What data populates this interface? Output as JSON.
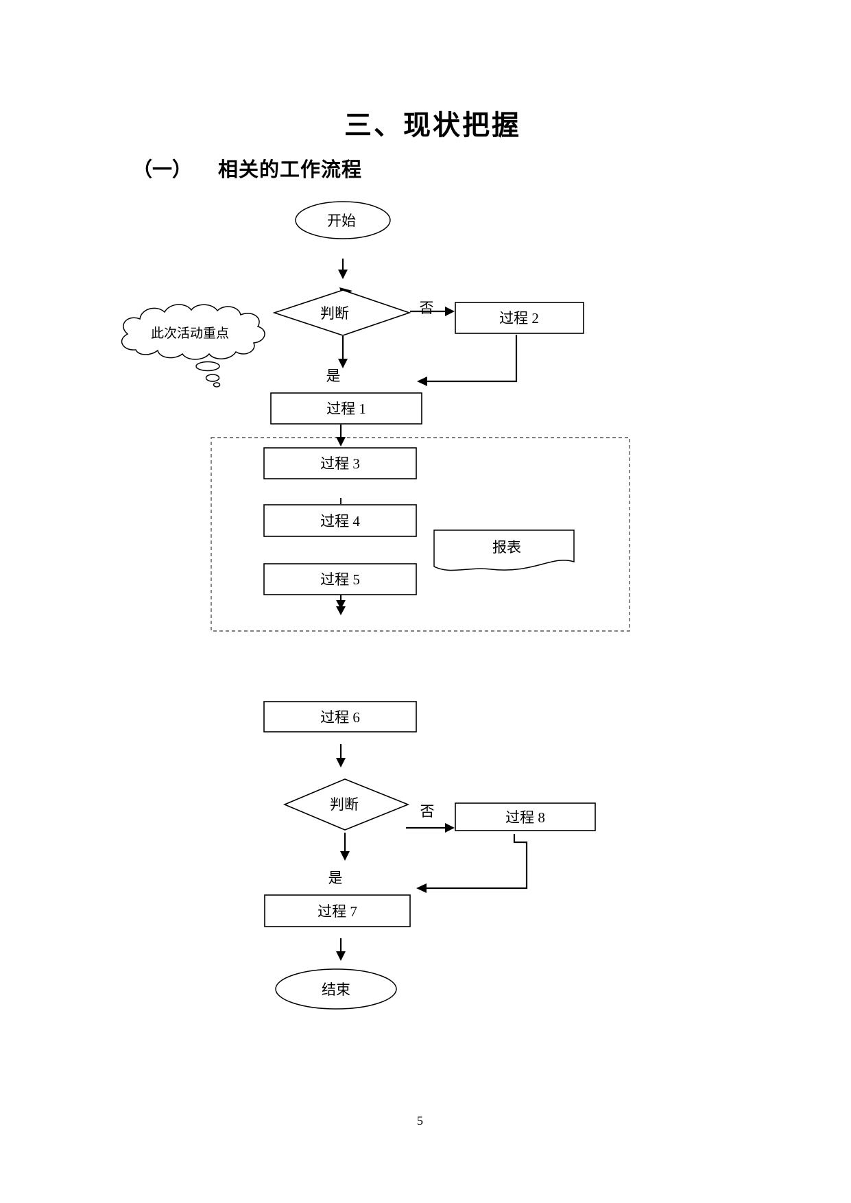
{
  "document": {
    "title": "三、现状把握",
    "section_label": "（一）",
    "section_heading": "相关的工作流程",
    "page_number": "5"
  },
  "flowchart": {
    "start_label": "开始",
    "decision1_label": "判断",
    "decision1_no": "否",
    "decision1_yes": "是",
    "process1_label": "过程 1",
    "process2_label": "过程 2",
    "process3_label": "过程 3",
    "process4_label": "过程 4",
    "process5_label": "过程 5",
    "process6_label": "过程 6",
    "process7_label": "过程 7",
    "process8_label": "过程 8",
    "decision2_label": "判断",
    "decision2_no": "否",
    "decision2_yes": "是",
    "report_label": "报表",
    "cloud_note": "此次活动重点",
    "end_label": "结束"
  },
  "colors": {
    "ink": "#000000",
    "background": "#ffffff",
    "dashed_box": "#555555"
  }
}
